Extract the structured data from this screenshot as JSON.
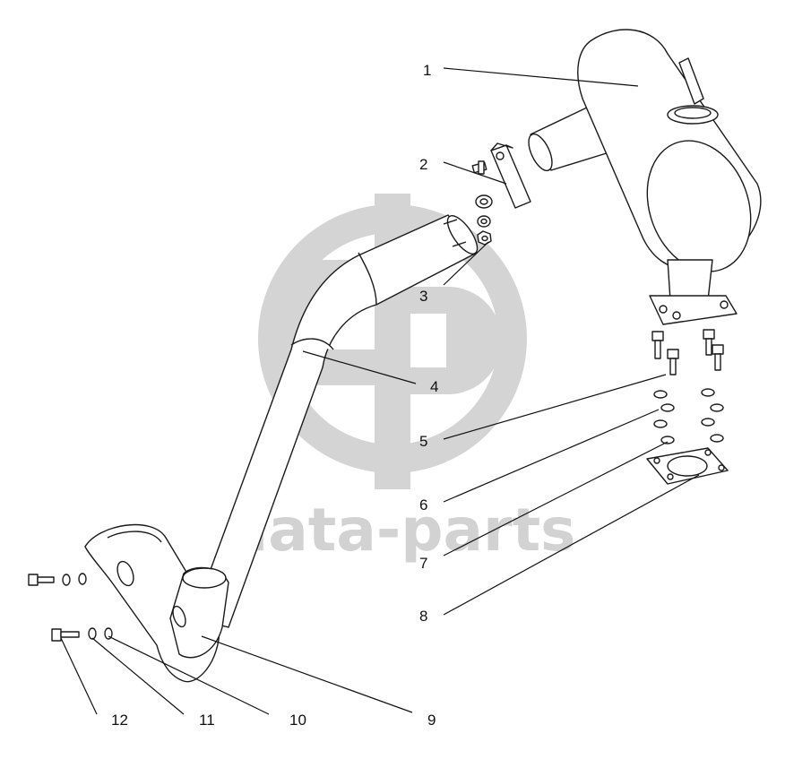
{
  "watermark": {
    "text": "data-parts",
    "color": "#c8c8c8"
  },
  "callouts": [
    {
      "id": "1",
      "label": "1"
    },
    {
      "id": "2",
      "label": "2"
    },
    {
      "id": "3",
      "label": "3"
    },
    {
      "id": "4",
      "label": "4"
    },
    {
      "id": "5",
      "label": "5"
    },
    {
      "id": "6",
      "label": "6"
    },
    {
      "id": "7",
      "label": "7"
    },
    {
      "id": "8",
      "label": "8"
    },
    {
      "id": "9",
      "label": "9"
    },
    {
      "id": "10",
      "label": "10"
    },
    {
      "id": "11",
      "label": "11"
    },
    {
      "id": "12",
      "label": "12"
    }
  ],
  "colors": {
    "line": "#1a1a1a",
    "background": "#ffffff",
    "watermark": "#c8c8c8"
  }
}
